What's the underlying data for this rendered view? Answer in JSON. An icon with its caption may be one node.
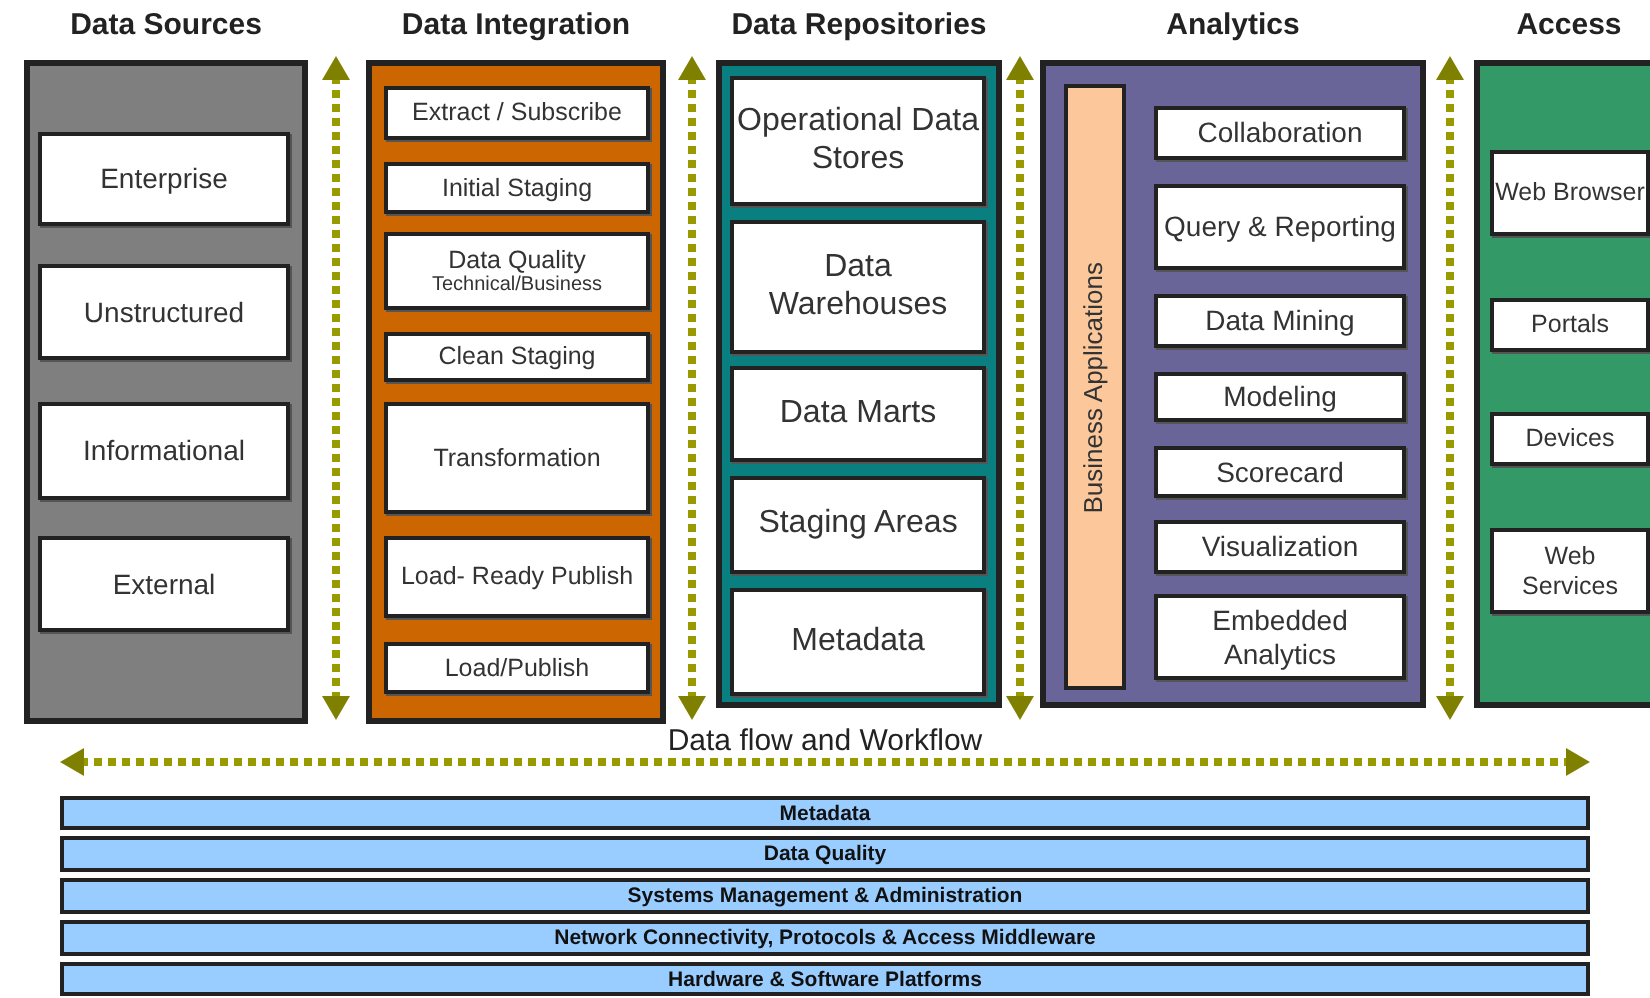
{
  "diagram": {
    "nodes": [
      {
        "text": [
          "Data Sources"
        ]
      },
      {
        "text": [
          "Enterprise"
        ],
        "in": 0
      },
      {
        "text": [
          "Unstructured"
        ],
        "in": 0
      },
      {
        "text": [
          "Informational"
        ],
        "in": 0
      },
      {
        "text": [
          "External"
        ],
        "in": 0
      },
      {
        "text": [
          "Data Integration"
        ]
      },
      {
        "text": [
          "Extract / Subscribe"
        ],
        "in": 5
      },
      {
        "text": [
          "Initial Staging"
        ],
        "in": 5
      },
      {
        "text": [
          "Data Quality",
          "Technical/Business"
        ],
        "in": 5
      },
      {
        "text": [
          "Clean Staging"
        ],
        "in": 5
      },
      {
        "text": [
          "Transformation"
        ],
        "in": 5
      },
      {
        "text": [
          "Load- Ready Publish"
        ],
        "in": 5
      },
      {
        "text": [
          "Load/Publish"
        ],
        "in": 5
      },
      {
        "text": [
          "Data Repositories"
        ]
      },
      {
        "text": [
          "Operational Data Stores"
        ],
        "in": 13
      },
      {
        "text": [
          "Data Warehouses"
        ],
        "in": 13
      },
      {
        "text": [
          "Data Marts"
        ],
        "in": 13
      },
      {
        "text": [
          "Staging Areas"
        ],
        "in": 13
      },
      {
        "text": [
          "Metadata"
        ],
        "in": 13
      },
      {
        "text": [
          "Analytics"
        ]
      },
      {
        "text": [
          "Business Applications"
        ],
        "in": 19
      },
      {
        "text": [
          "Collaboration"
        ],
        "in": 19
      },
      {
        "text": [
          "Query & Reporting"
        ],
        "in": 19
      },
      {
        "text": [
          "Data Mining"
        ],
        "in": 19
      },
      {
        "text": [
          "Modeling"
        ],
        "in": 19
      },
      {
        "text": [
          "Scorecard"
        ],
        "in": 19
      },
      {
        "text": [
          "Visualization"
        ],
        "in": 19
      },
      {
        "text": [
          "Embedded Analytics"
        ],
        "in": 19
      },
      {
        "text": [
          "Access"
        ]
      },
      {
        "text": [
          "Web Browser"
        ],
        "in": 28
      },
      {
        "text": [
          "Portals"
        ],
        "in": 28
      },
      {
        "text": [
          "Devices"
        ],
        "in": 28
      },
      {
        "text": [
          "Web Services"
        ],
        "in": 28
      },
      {
        "text": [
          "Metadata"
        ]
      },
      {
        "text": [
          "Data Quality"
        ]
      },
      {
        "text": [
          "Systems Management & Administration"
        ]
      },
      {
        "text": [
          "Network Connectivity, Protocols & Access Middleware"
        ]
      },
      {
        "text": [
          "Hardware & Software Platforms"
        ]
      }
    ],
    "labels": [
      "Data flow and Workflow"
    ]
  }
}
